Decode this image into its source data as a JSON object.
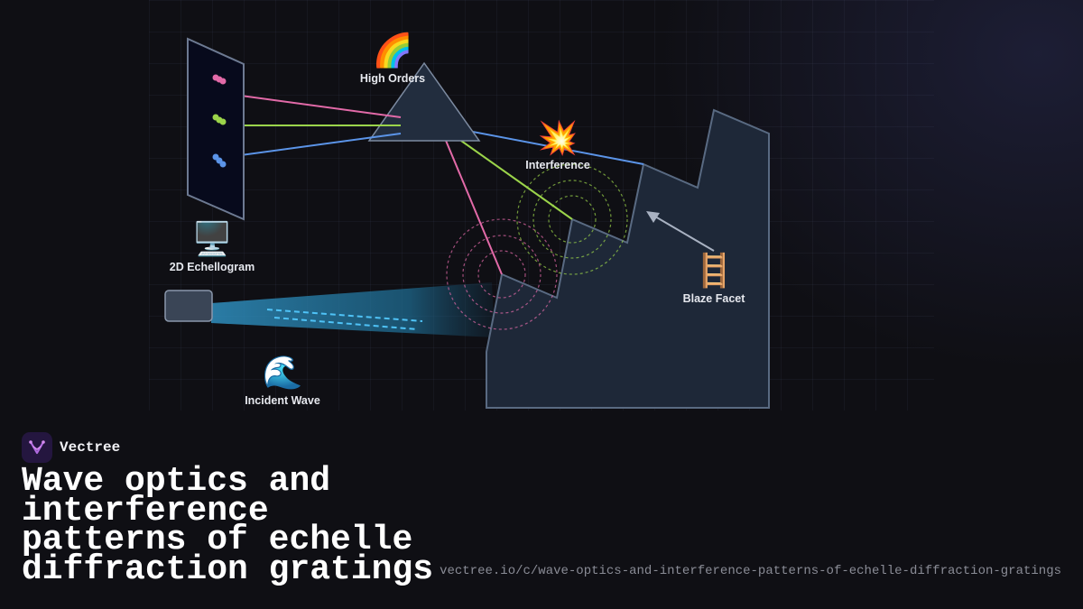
{
  "diagram": {
    "labels": {
      "high_orders": "High Orders",
      "interference": "Interference",
      "echellogram": "2D Echellogram",
      "blaze_facet": "Blaze Facet",
      "incident_wave": "Incident Wave"
    },
    "icons": {
      "high_orders": "🌈",
      "interference": "💥",
      "echellogram": "🖥️",
      "blaze_facet": "🪜",
      "incident_wave": "🌊"
    },
    "colors": {
      "order_pink": "#e26aa8",
      "order_green": "#9bd44a",
      "order_blue": "#5b94e8",
      "beam": "#3aa5d4",
      "grating": "#1e2838",
      "background": "#0f0f14"
    }
  },
  "brand": {
    "name": "Vectree"
  },
  "title": "Wave optics and interference patterns of echelle diffraction gratings",
  "url": "vectree.io/c/wave-optics-and-interference-patterns-of-echelle-diffraction-gratings"
}
